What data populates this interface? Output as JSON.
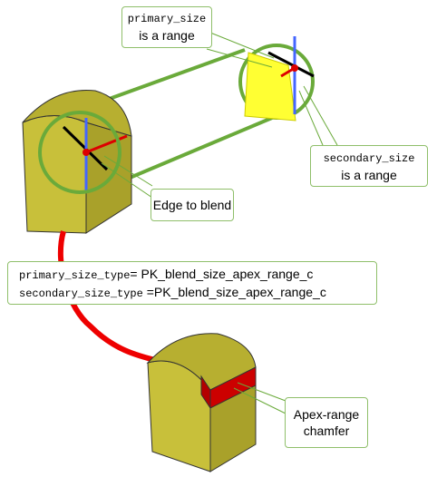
{
  "labels": {
    "primary_code": "primary_size",
    "primary_text": "is a range",
    "secondary_code": "secondary_size",
    "secondary_text": "is a range",
    "edge": "Edge to blend",
    "eq1_code": "primary_size_type",
    "eq1_text": "= PK_blend_size_apex_range_c",
    "eq2_code": "secondary_size_type",
    "eq2_text": " =PK_blend_size_apex_range_c",
    "result_line1": "Apex-range",
    "result_line2": "chamfer"
  },
  "colors": {
    "face": "#c8c03a",
    "face_dark": "#a9a12a",
    "chamfer": "#cc0000",
    "callout_border": "#8fbf6a",
    "lens": "#6aaa3a",
    "range_fill": "#ffff33",
    "edge_line": "#000000",
    "vertical_line": "#4466ff",
    "dot": "#dd0000"
  }
}
